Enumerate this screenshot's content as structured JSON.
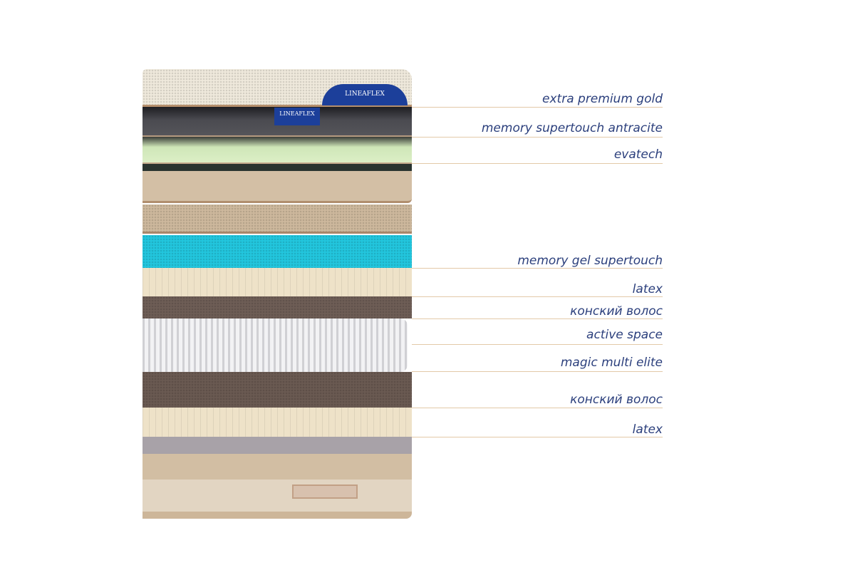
{
  "brand": {
    "logo_text": "LINEAFLEX",
    "tag_text": "LINEAFLEX"
  },
  "layers": [
    {
      "label": "extra premium gold"
    },
    {
      "label": "memory supertouch antracite"
    },
    {
      "label": "evatech"
    },
    {
      "label": "memory gel supertouch"
    },
    {
      "label": "latex"
    },
    {
      "label": "конский волос"
    },
    {
      "label": "active space"
    },
    {
      "label": "magic multi elite"
    },
    {
      "label": "конский волос"
    },
    {
      "label": "latex"
    }
  ],
  "colors": {
    "label": "#2b3f7c",
    "leader_line": "#e3c9a8",
    "brand_blue": "#1c3f9a"
  }
}
